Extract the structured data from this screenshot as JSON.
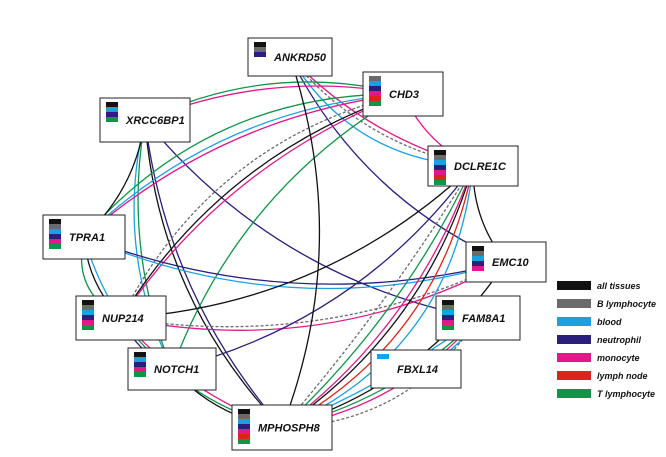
{
  "tissues": [
    {
      "key": "all",
      "label": "all tissues",
      "color": "#111111"
    },
    {
      "key": "b",
      "label": "B lymphocyte",
      "color": "#6b6b6b"
    },
    {
      "key": "blood",
      "label": "blood",
      "color": "#1ba1e2"
    },
    {
      "key": "neut",
      "label": "neutrophil",
      "color": "#2a1f7a"
    },
    {
      "key": "mono",
      "label": "monocyte",
      "color": "#e0198a"
    },
    {
      "key": "lymph",
      "label": "lymph node",
      "color": "#d8261c"
    },
    {
      "key": "t",
      "label": "T lymphocyte",
      "color": "#0f9448"
    }
  ],
  "nodes": [
    {
      "id": "ANKRD50",
      "label": "ANKRD50",
      "tissues": [
        "all",
        "b",
        "neut"
      ]
    },
    {
      "id": "CHD3",
      "label": "CHD3",
      "tissues": [
        "b",
        "blood",
        "neut",
        "mono",
        "lymph",
        "t"
      ]
    },
    {
      "id": "XRCC6BP1",
      "label": "XRCC6BP1",
      "tissues": [
        "all",
        "blood",
        "neut",
        "t"
      ]
    },
    {
      "id": "DCLRE1C",
      "label": "DCLRE1C",
      "tissues": [
        "all",
        "b",
        "blood",
        "neut",
        "mono",
        "lymph",
        "t"
      ]
    },
    {
      "id": "TPRA1",
      "label": "TPRA1",
      "tissues": [
        "all",
        "b",
        "blood",
        "neut",
        "mono",
        "t"
      ]
    },
    {
      "id": "EMC10",
      "label": "EMC10",
      "tissues": [
        "all",
        "b",
        "blood",
        "neut",
        "mono"
      ]
    },
    {
      "id": "NUP214",
      "label": "NUP214",
      "tissues": [
        "all",
        "b",
        "blood",
        "neut",
        "mono",
        "t"
      ]
    },
    {
      "id": "FAM8A1",
      "label": "FAM8A1",
      "tissues": [
        "all",
        "b",
        "blood",
        "neut",
        "mono",
        "t"
      ]
    },
    {
      "id": "NOTCH1",
      "label": "NOTCH1",
      "tissues": [
        "all",
        "blood",
        "neut",
        "mono",
        "t"
      ]
    },
    {
      "id": "FBXL14",
      "label": "FBXL14",
      "tissues": [
        "blood"
      ]
    },
    {
      "id": "MPHOSPH8",
      "label": "MPHOSPH8",
      "tissues": [
        "all",
        "b",
        "blood",
        "neut",
        "mono",
        "lymph",
        "t"
      ]
    }
  ],
  "edges": [
    {
      "from": "ANKRD50",
      "to": "DCLRE1C",
      "tissue": "b",
      "dashed": true
    },
    {
      "from": "ANKRD50",
      "to": "DCLRE1C",
      "tissue": "mono"
    },
    {
      "from": "ANKRD50",
      "to": "DCLRE1C",
      "tissue": "blood"
    },
    {
      "from": "ANKRD50",
      "to": "EMC10",
      "tissue": "neut"
    },
    {
      "from": "XRCC6BP1",
      "to": "FAM8A1",
      "tissue": "neut"
    },
    {
      "from": "XRCC6BP1",
      "to": "MPHOSPH8",
      "tissue": "all"
    },
    {
      "from": "XRCC6BP1",
      "to": "NOTCH1",
      "tissue": "blood"
    },
    {
      "from": "XRCC6BP1",
      "to": "NOTCH1",
      "tissue": "t"
    },
    {
      "from": "XRCC6BP1",
      "to": "MPHOSPH8",
      "tissue": "neut"
    },
    {
      "from": "CHD3",
      "to": "TPRA1",
      "tissue": "blood"
    },
    {
      "from": "CHD3",
      "to": "TPRA1",
      "tissue": "mono"
    },
    {
      "from": "CHD3",
      "to": "TPRA1",
      "tissue": "t"
    },
    {
      "from": "CHD3",
      "to": "NUP214",
      "tissue": "all"
    },
    {
      "from": "CHD3",
      "to": "NUP214",
      "tissue": "mono"
    },
    {
      "from": "CHD3",
      "to": "NUP214",
      "tissue": "b",
      "dashed": true
    },
    {
      "from": "CHD3",
      "to": "XRCC6BP1",
      "tissue": "t"
    },
    {
      "from": "CHD3",
      "to": "XRCC6BP1",
      "tissue": "mono"
    },
    {
      "from": "CHD3",
      "to": "NOTCH1",
      "tissue": "t"
    },
    {
      "from": "CHD3",
      "to": "DCLRE1C",
      "tissue": "mono"
    },
    {
      "from": "TPRA1",
      "to": "EMC10",
      "tissue": "blood"
    },
    {
      "from": "TPRA1",
      "to": "EMC10",
      "tissue": "neut"
    },
    {
      "from": "TPRA1",
      "to": "NUP214",
      "tissue": "all"
    },
    {
      "from": "TPRA1",
      "to": "NUP214",
      "tissue": "blood"
    },
    {
      "from": "TPRA1",
      "to": "NUP214",
      "tissue": "t"
    },
    {
      "from": "TPRA1",
      "to": "XRCC6BP1",
      "tissue": "all"
    },
    {
      "from": "NUP214",
      "to": "EMC10",
      "tissue": "mono"
    },
    {
      "from": "NUP214",
      "to": "EMC10",
      "tissue": "b",
      "dashed": true
    },
    {
      "from": "NUP214",
      "to": "DCLRE1C",
      "tissue": "all"
    },
    {
      "from": "NUP214",
      "to": "NOTCH1",
      "tissue": "neut"
    },
    {
      "from": "NUP214",
      "to": "MPHOSPH8",
      "tissue": "t"
    },
    {
      "from": "NUP214",
      "to": "MPHOSPH8",
      "tissue": "mono"
    },
    {
      "from": "NOTCH1",
      "to": "DCLRE1C",
      "tissue": "neut"
    },
    {
      "from": "NOTCH1",
      "to": "MPHOSPH8",
      "tissue": "all"
    },
    {
      "from": "MPHOSPH8",
      "to": "DCLRE1C",
      "tissue": "all"
    },
    {
      "from": "MPHOSPH8",
      "to": "DCLRE1C",
      "tissue": "mono"
    },
    {
      "from": "MPHOSPH8",
      "to": "DCLRE1C",
      "tissue": "lymph"
    },
    {
      "from": "MPHOSPH8",
      "to": "DCLRE1C",
      "tissue": "t"
    },
    {
      "from": "MPHOSPH8",
      "to": "DCLRE1C",
      "tissue": "blood"
    },
    {
      "from": "MPHOSPH8",
      "to": "DCLRE1C",
      "tissue": "b",
      "dashed": true
    },
    {
      "from": "MPHOSPH8",
      "to": "FAM8A1",
      "tissue": "mono"
    },
    {
      "from": "MPHOSPH8",
      "to": "FAM8A1",
      "tissue": "t"
    },
    {
      "from": "MPHOSPH8",
      "to": "FAM8A1",
      "tissue": "b",
      "dashed": true
    },
    {
      "from": "MPHOSPH8",
      "to": "FAM8A1",
      "tissue": "blood"
    },
    {
      "from": "MPHOSPH8",
      "to": "ANKRD50",
      "tissue": "all"
    },
    {
      "from": "MPHOSPH8",
      "to": "EMC10",
      "tissue": "all"
    },
    {
      "from": "FBXL14",
      "to": "FAM8A1",
      "tissue": "blood"
    },
    {
      "from": "DCLRE1C",
      "to": "EMC10",
      "tissue": "all"
    }
  ]
}
